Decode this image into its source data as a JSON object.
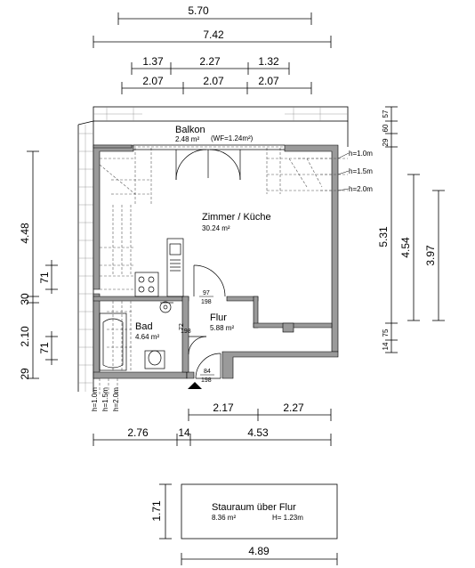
{
  "dimensions": {
    "top_row1": "5.70",
    "top_row2": "7.42",
    "top_row3": [
      "1.37",
      "2.27",
      "1.32"
    ],
    "top_row4": [
      "2.07",
      "2.07",
      "2.07"
    ],
    "left": [
      "4.48",
      "71",
      "30",
      "2.10",
      "71",
      "29"
    ],
    "right_inner": "5.31",
    "right_mid": "4.54",
    "right_outer": "3.97",
    "right_small_top": [
      "29",
      "60",
      "57"
    ],
    "right_small_bottom": [
      "75",
      "14"
    ],
    "bottom_row1": [
      "2.17",
      "2.27"
    ],
    "bottom_row2": [
      "2.76",
      "14",
      "4.53"
    ],
    "storage_height": "1.71",
    "storage_width": "4.89"
  },
  "rooms": {
    "balcony": {
      "name": "Balkon",
      "area": "2.48 m²",
      "note": "(WF=1.24m²)"
    },
    "living": {
      "name": "Zimmer / Küche",
      "area": "30.24 m²"
    },
    "hall": {
      "name": "Flur",
      "area": "5.88 m²"
    },
    "bath": {
      "name": "Bad",
      "area": "4.64 m²"
    },
    "storage": {
      "name": "Stauraum über Flur",
      "area": "8.36 m²",
      "height": "H= 1.23m"
    }
  },
  "height_marks": [
    "h=1.0m",
    "h=1.5m",
    "h=2.0m"
  ],
  "door_marks": [
    {
      "top": "97",
      "bottom": "198"
    },
    {
      "top": "72",
      "bottom": "198"
    },
    {
      "top": "84",
      "bottom": "198"
    }
  ]
}
